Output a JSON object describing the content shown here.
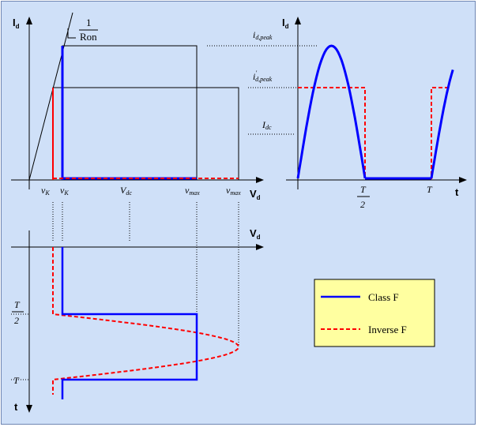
{
  "colors": {
    "background": "#cfe0f8",
    "class_f": "#0000ff",
    "inverse_f": "#ff0000",
    "legend_bg": "#ffffa0"
  },
  "top_left": {
    "y_axis": "I",
    "y_axis_sub": "d",
    "x_axis": "V",
    "x_axis_sub": "d",
    "slope_numerator": "1",
    "slope_denominator": "Ron",
    "ticks": [
      {
        "main": "v",
        "sub": "K"
      },
      {
        "main": "v",
        "sub": "K"
      },
      {
        "main": "V",
        "sub": "dc"
      },
      {
        "main": "v",
        "sub": "max"
      },
      {
        "main": "v",
        "sub": "max"
      }
    ]
  },
  "top_right": {
    "y_axis": "I",
    "y_axis_sub": "d",
    "x_axis": "t",
    "peak_label": {
      "main": "i",
      "sub": "d,peak"
    },
    "peak_prime_label": {
      "main": "i",
      "sup": "'",
      "sub": "d,peak"
    },
    "idc_label": {
      "main": "I",
      "sub": "dc"
    },
    "tick_half_num": "T",
    "tick_half_den": "2",
    "tick_T": "T"
  },
  "bottom_left": {
    "x_axis": "V",
    "x_axis_sub": "d",
    "y_axis": "t",
    "tick_half_num": "T",
    "tick_half_den": "2",
    "tick_T": "T"
  },
  "legend": {
    "class_f": "Class F",
    "inverse_f": "Inverse F"
  }
}
